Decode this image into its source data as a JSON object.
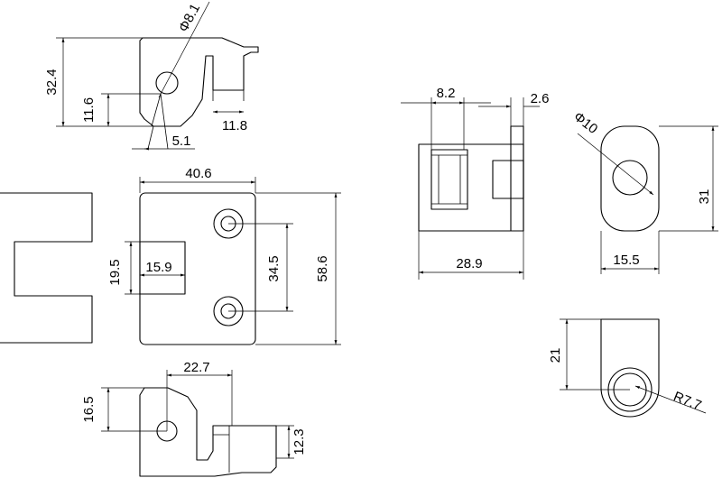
{
  "dimensions": {
    "phi_8_1": "Φ8.1",
    "d_32_4": "32.4",
    "d_11_6": "11.6",
    "d_11_8": "11.8",
    "d_5_1": "5.1",
    "d_40_6": "40.6",
    "d_19_5": "19.5",
    "d_15_9": "15.9",
    "d_34_5": "34.5",
    "d_58_6": "58.6",
    "d_22_7": "22.7",
    "d_16_5": "16.5",
    "d_12_3": "12.3",
    "d_8_2": "8.2",
    "d_2_6": "2.6",
    "d_28_9": "28.9",
    "phi_10": "Φ10",
    "d_31": "31",
    "d_15_5": "15.5",
    "d_21": "21",
    "r_7_7": "R7.7"
  },
  "colors": {
    "line": "#000000",
    "background": "#ffffff"
  }
}
